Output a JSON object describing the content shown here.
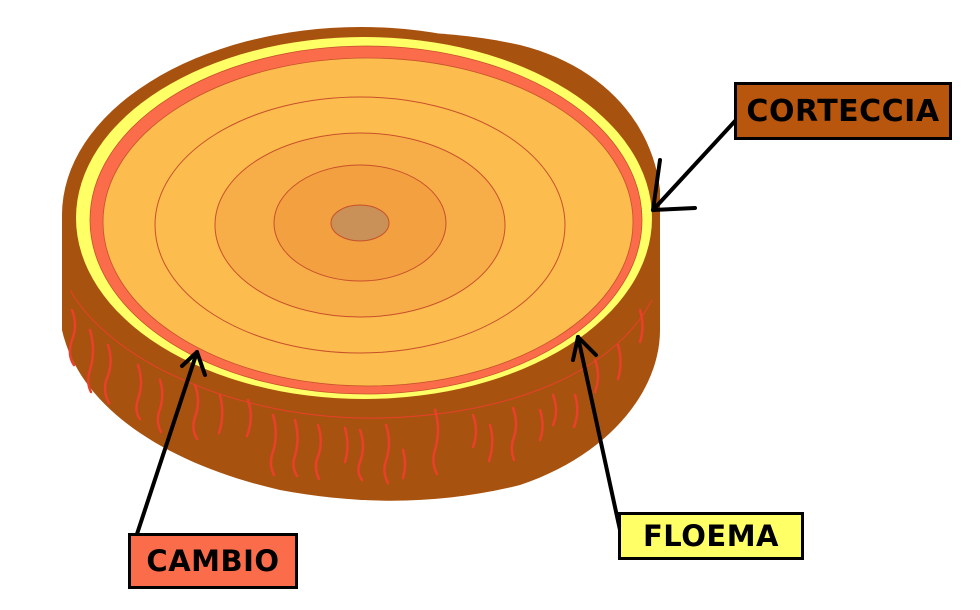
{
  "title": "Sezione del tronco",
  "labels": {
    "corteccia": "CORTECCIA",
    "cambio": "CAMBIO",
    "floema": "FLOEMA"
  },
  "colors": {
    "bark": "#A8520F",
    "bark_lines": "#E8402A",
    "phloem": "#FFFF66",
    "cambium": "#FA6C4A",
    "wood_outer": "#FCBC4E",
    "wood_mid": "#F8AE48",
    "wood_inner": "#F2A040",
    "pith": "#C99058",
    "ring_line": "#C8502A",
    "corteccia_box": "#B8560E",
    "cambio_box": "#FA6C4A",
    "floema_box": "#FFFF66"
  },
  "parts": [
    "corteccia",
    "floema",
    "cambio",
    "anelli di accrescimento",
    "midollo"
  ]
}
